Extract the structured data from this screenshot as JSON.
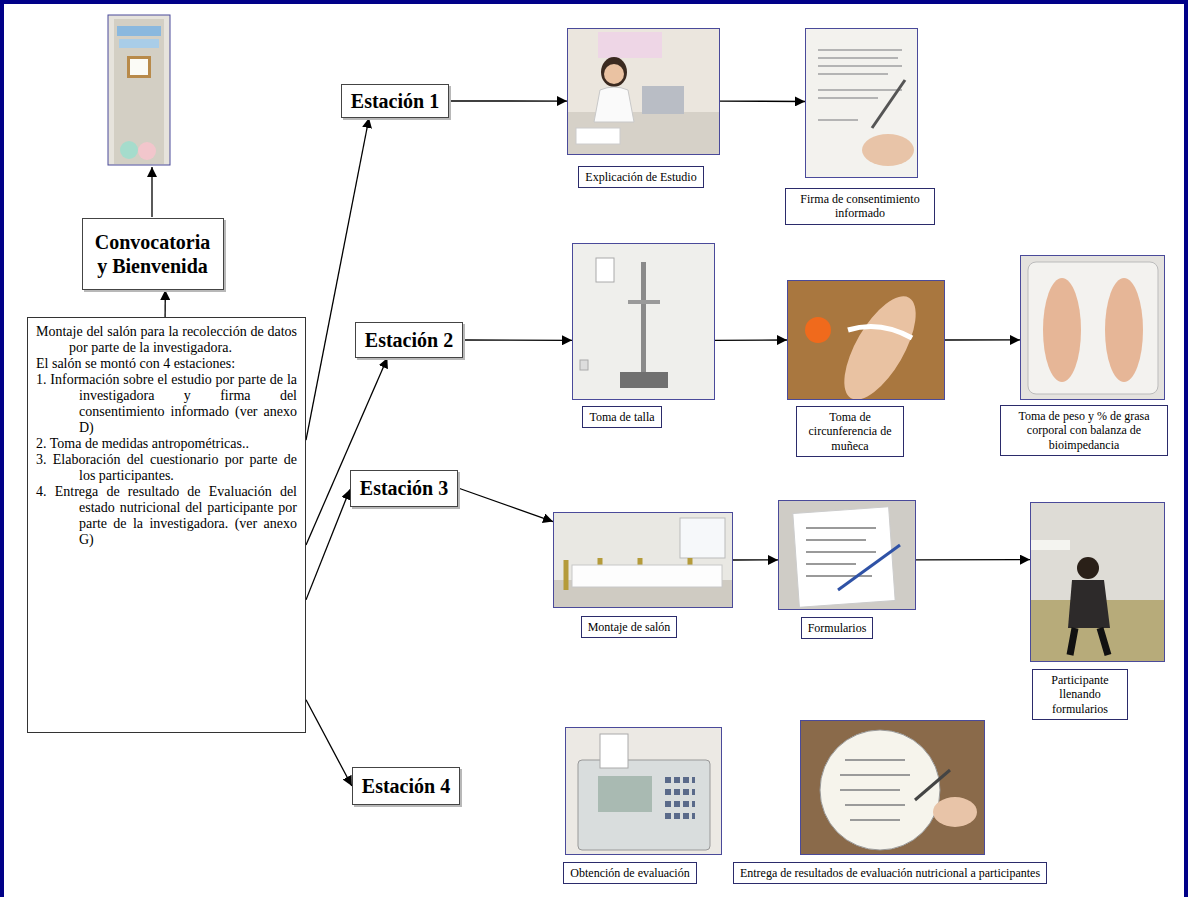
{
  "diagram": {
    "nodes": [
      {
        "text": [
          "Convocatoria y Bienvenida"
        ]
      },
      {
        "text": [
          "Montaje del salón para la recolección de datos por parte de la investigadora.",
          "El salón se montó con 4 estaciones:",
          "1. Información sobre el estudio por parte de la investigadora y firma del consentimiento informado (ver anexo D)",
          "2. Toma de medidas antropométricas..",
          "3. Elaboración del cuestionario por parte de los participantes.",
          "4. Entrega de resultado de Evaluación del estado nutricional del participante por parte de la investigadora. (ver anexo G)"
        ]
      },
      {
        "text": [
          "Estación 1"
        ]
      },
      {
        "text": [
          "Explicación de Estudio"
        ]
      },
      {
        "text": [
          "Firma de consentimiento informado"
        ]
      },
      {
        "text": [
          "Estación 2"
        ]
      },
      {
        "text": [
          "Toma de talla"
        ]
      },
      {
        "text": [
          "Toma de circunferencia de muñeca"
        ]
      },
      {
        "text": [
          "Toma de peso y % de grasa corporal con balanza de bioimpedancia"
        ]
      },
      {
        "text": [
          "Estación 3"
        ]
      },
      {
        "text": [
          "Montaje de salón"
        ]
      },
      {
        "text": [
          "Formularios"
        ]
      },
      {
        "text": [
          "Participante llenando formularios"
        ]
      },
      {
        "text": [
          "Estación 4"
        ]
      },
      {
        "text": [
          "Obtención de evaluación"
        ]
      },
      {
        "text": [
          "Entrega de resultados de evaluación nutricional a participantes"
        ]
      }
    ],
    "edges": [
      {
        "from": 1,
        "to": 0,
        "arrow": "to"
      },
      {
        "from": 1,
        "to": 2,
        "arrow": "to"
      },
      {
        "from": 1,
        "to": 5,
        "arrow": "to"
      },
      {
        "from": 1,
        "to": 9,
        "arrow": "to"
      },
      {
        "from": 1,
        "to": 13,
        "arrow": "to"
      },
      {
        "from": 2,
        "to": 3,
        "arrow": "to"
      },
      {
        "from": 3,
        "to": 4,
        "arrow": "to"
      },
      {
        "from": 5,
        "to": 6,
        "arrow": "to"
      },
      {
        "from": 6,
        "to": 7,
        "arrow": "to"
      },
      {
        "from": 7,
        "to": 8,
        "arrow": "to"
      },
      {
        "from": 9,
        "to": 10,
        "arrow": "to"
      },
      {
        "from": 10,
        "to": 11,
        "arrow": "to"
      },
      {
        "from": 11,
        "to": 12,
        "arrow": "to"
      }
    ]
  }
}
